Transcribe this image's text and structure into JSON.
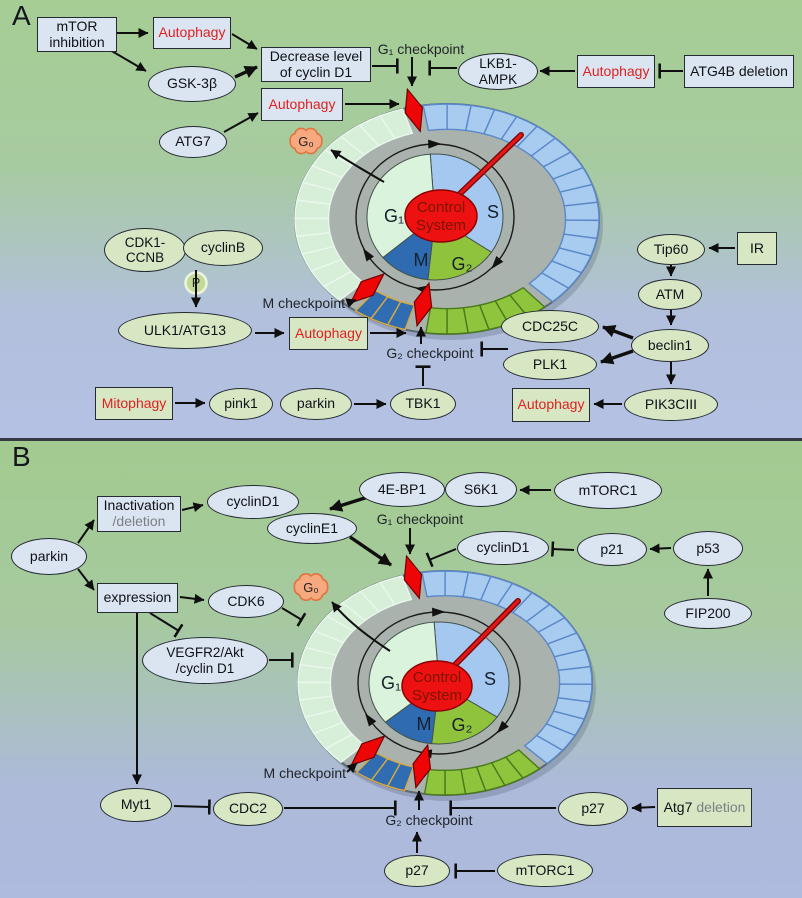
{
  "panelA": {
    "label": "A",
    "nodes": {
      "mtor": "mTOR\ninhibition",
      "autophagy_top": "Autophagy",
      "gsk3b": "GSK-3β",
      "decrease": "Decrease level\nof cyclin D1",
      "lkb1": "LKB1-\nAMPK",
      "autophagy_right": "Autophagy",
      "atg4b": "ATG4B deletion",
      "autophagy_mid": "Autophagy",
      "atg7": "ATG7",
      "cdk1": "CDK1-\nCCNB",
      "cyclinb": "cyclinB",
      "phospho": "P",
      "ulk1": "ULK1/ATG13",
      "autophagy_ulk": "Autophagy",
      "mitophagy": "Mitophagy",
      "pink1": "pink1",
      "parkin": "parkin",
      "tbk1": "TBK1",
      "cdc25c": "CDC25C",
      "plk1": "PLK1",
      "beclin1": "beclin1",
      "atm": "ATM",
      "tip60": "Tip60",
      "ir": "IR",
      "pik3ciii": "PIK3CIII",
      "autophagy_pik3": "Autophagy"
    },
    "checkpoints": {
      "g1": "G₁ checkpoint",
      "g2": "G₂ checkpoint",
      "m": "M checkpoint"
    },
    "wheel": {
      "g1": "G₁",
      "s": "S",
      "g2": "G₂",
      "m": "M",
      "control1": "Control",
      "control2": "System",
      "g0": "G₀"
    }
  },
  "panelB": {
    "label": "B",
    "nodes": {
      "parkin": "parkin",
      "inactivation_main": "Inactivation",
      "inactivation_sub": "/deletion",
      "cyclind1_top": "cyclinD1",
      "cycline1": "cyclinE1",
      "e4bp1": "4E-BP1",
      "s6k1": "S6K1",
      "mtorc1_top": "mTORC1",
      "cyclind1_mid": "cyclinD1",
      "p21": "p21",
      "p53": "p53",
      "fip200": "FIP200",
      "expression": "expression",
      "cdk6": "CDK6",
      "vegfr2": "VEGFR2/Akt\n/cyclin D1",
      "myt1": "Myt1",
      "cdc2": "CDC2",
      "p27_right": "p27",
      "atg7_main": "Atg7",
      "atg7_sub": "deletion",
      "p27_bottom": "p27",
      "mtorc1_bottom": "mTORC1"
    },
    "checkpoints": {
      "g1": "G₁ checkpoint",
      "g2": "G₂ checkpoint",
      "m": "M checkpoint"
    },
    "wheel": {
      "g1": "G₁",
      "s": "S",
      "g2": "G₂",
      "m": "M",
      "control1": "Control",
      "control2": "System",
      "g0": "G₀"
    }
  },
  "colors": {
    "accent_red_text": "#e01f1f",
    "node_blue": "#dbe5f2",
    "node_green": "#d7e7c4",
    "checkpoint_diamond": "#ee0606",
    "control_system": "#ee1111",
    "phase_g1": "#d7efd9",
    "phase_s": "#a8cbf0",
    "phase_g2": "#8fc43d",
    "phase_m": "#2f6cb2",
    "g0_cloud": "#f6a97e"
  }
}
